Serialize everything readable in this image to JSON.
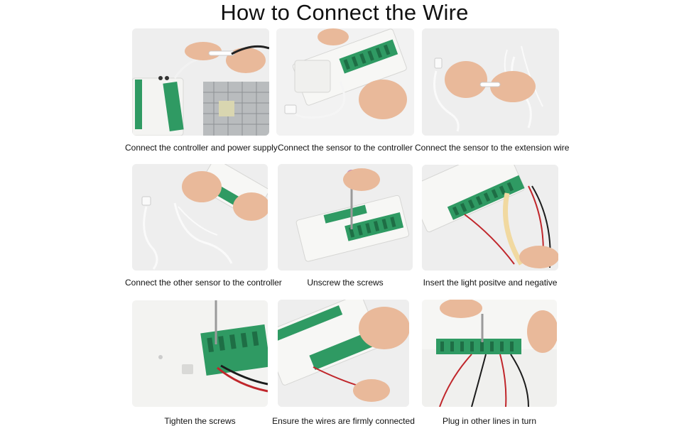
{
  "title": "How to Connect the Wire",
  "steps": [
    {
      "caption": "Connect the controller and power supply"
    },
    {
      "caption": "Connect the sensor to the controller"
    },
    {
      "caption": "Connect the sensor to the extension wire"
    },
    {
      "caption": "Connect the other sensor to the controller"
    },
    {
      "caption": "Unscrew the screws"
    },
    {
      "caption": "Insert the light positve and negative"
    },
    {
      "caption": "Tighten the screws"
    },
    {
      "caption": "Ensure the wires are firmly connected"
    },
    {
      "caption": "Plug in other lines in turn"
    }
  ],
  "colors": {
    "terminal_green": "#2f9a63",
    "controller_white": "#f4f4f2",
    "wire_red": "#c0262b",
    "wire_black": "#1c1c1c",
    "skin": "#e9b99a",
    "photo_background": "#ecedee"
  }
}
